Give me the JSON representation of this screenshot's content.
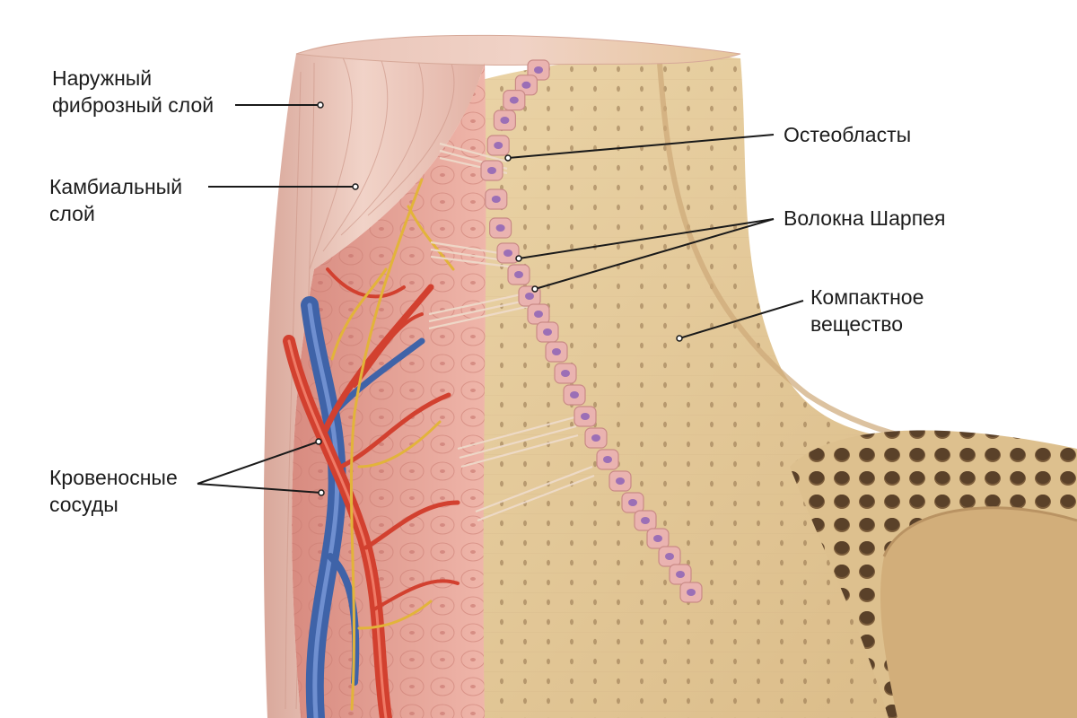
{
  "labels": {
    "outer_fibrous_layer": [
      "Наружный",
      "фиброзный слой"
    ],
    "cambial_layer": [
      "Камбиальный",
      "слой"
    ],
    "blood_vessels": [
      "Кровеносные",
      "сосуды"
    ],
    "osteoblasts": "Остеобласты",
    "sharpey_fibers": "Волокна Шарпея",
    "compact_bone": [
      "Компактное",
      "вещество"
    ]
  },
  "colors": {
    "fibrous_layer": "#e8c4b8",
    "cambial_layer": "#e6a89c",
    "compact_bone": "#e3c99a",
    "spongy_bone": "#d9ba86",
    "artery": "#d2402f",
    "vein": "#3f63a8",
    "nerve": "#e2b43a",
    "osteoblast": "#eab3b0",
    "osteoblast_nucleus": "#9b6fb6",
    "leader_line": "#1a1a1a"
  }
}
